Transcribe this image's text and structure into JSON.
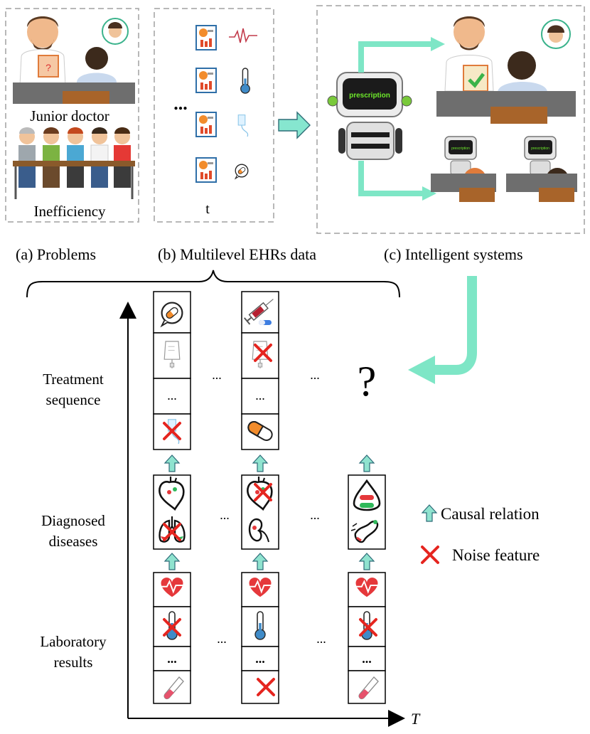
{
  "top": {
    "panel_a": {
      "junior_doctor": "Junior doctor",
      "inefficiency": "Inefficiency"
    },
    "panel_b": {
      "ellipsis": "...",
      "time_label": "t"
    },
    "panel_c": {
      "robot_screen_text": "prescription",
      "small_robot_screen_text": "prescription"
    }
  },
  "captions": {
    "a": "(a) Problems",
    "b": "(b) Multilevel EHRs data",
    "c": "(c) Intelligent systems"
  },
  "rows": {
    "treatment": [
      "Treatment",
      "sequence"
    ],
    "diseases": [
      "Diagnosed",
      "diseases"
    ],
    "laboratory": [
      "Laboratory",
      "results"
    ]
  },
  "columns": {
    "ellipsis": "...",
    "cell_ellipsis": "...",
    "question": "?"
  },
  "axis": {
    "x_label": "T"
  },
  "legend": {
    "causal": "Causal relation",
    "noise": "Noise feature"
  },
  "colors": {
    "causal_arrow": "#7fdcc8",
    "noise_mark": "#e5251f",
    "dashed_border": "#b8b8b8",
    "teal_arrow": "#7ee6c6"
  },
  "icons": {
    "column1_treatment": [
      "pill-bubble-icon",
      "iv-bag-icon",
      "ellipsis",
      "iv-tube-icon"
    ],
    "column2_treatment": [
      "syringe-icon",
      "iv-bag-icon",
      "ellipsis",
      "capsule-icon"
    ],
    "column1_diseases": [
      "heart-icon",
      "lungs-icon"
    ],
    "column2_diseases": [
      "heart-icon",
      "kidney-icon"
    ],
    "column3_diseases": [
      "stomach-icon",
      "pancreas-icon"
    ],
    "lab_results": [
      "heartbeat-icon",
      "thermometer-icon",
      "ellipsis",
      "test-tube-icon"
    ]
  }
}
